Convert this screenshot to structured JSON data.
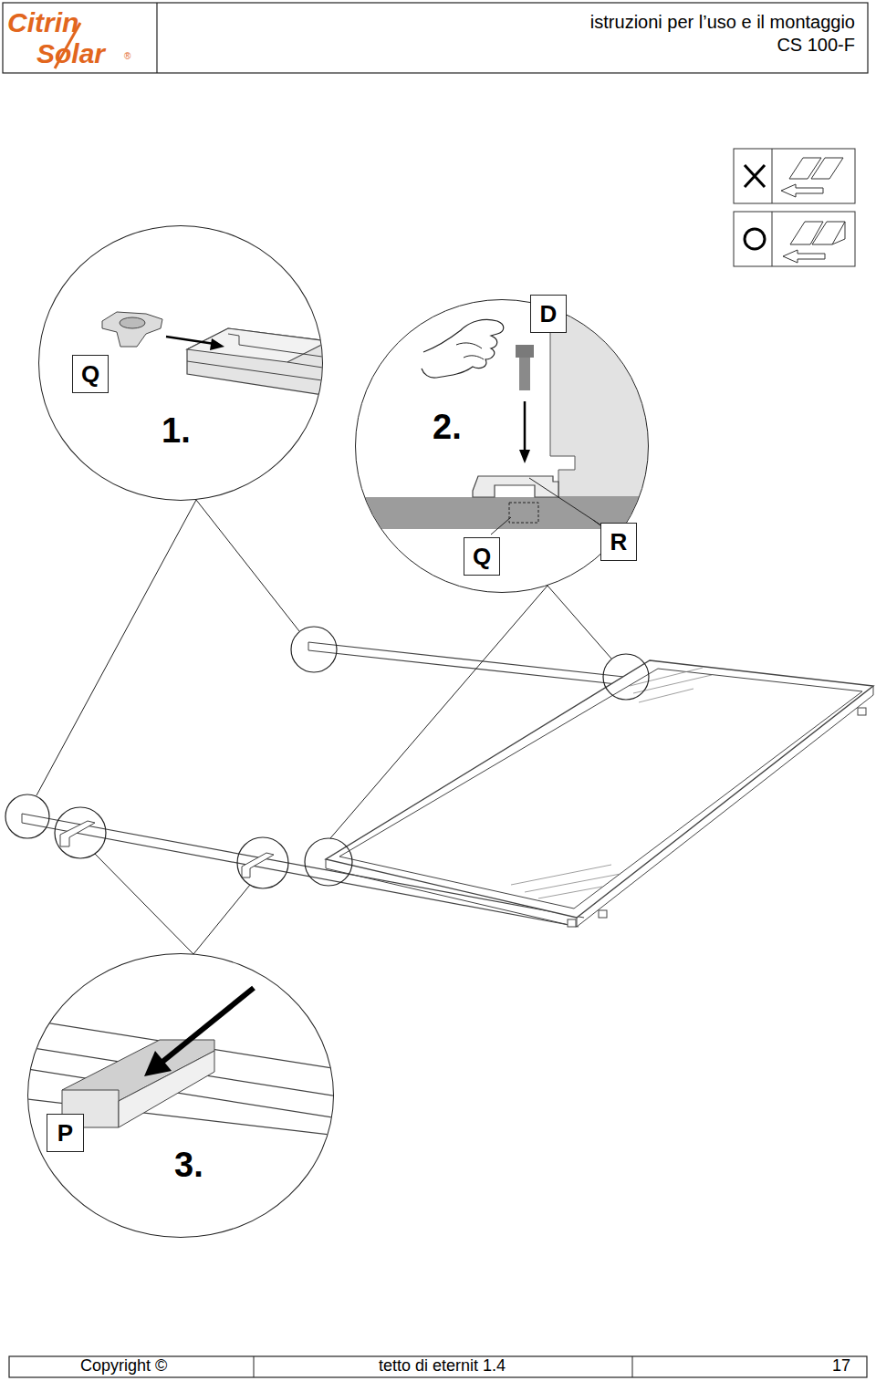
{
  "diagram": {
    "title": "istruzioni per l’uso e il montaggio",
    "nodes": [
      {
        "text": [
          "1."
        ]
      },
      {
        "text": [
          "Q"
        ],
        "in": 0
      },
      {
        "text": [
          "2."
        ]
      },
      {
        "text": [
          "D"
        ],
        "in": 2
      },
      {
        "text": [
          "Q"
        ],
        "in": 2
      },
      {
        "text": [
          "R"
        ],
        "in": 2
      },
      {
        "text": [
          "3."
        ]
      },
      {
        "text": [
          "P"
        ],
        "in": 6
      }
    ],
    "labels": [
      "Citrin",
      "Solar",
      "®",
      "CS 100-F",
      "Copyright ©",
      "tetto di eternit 1.4",
      "17"
    ]
  }
}
